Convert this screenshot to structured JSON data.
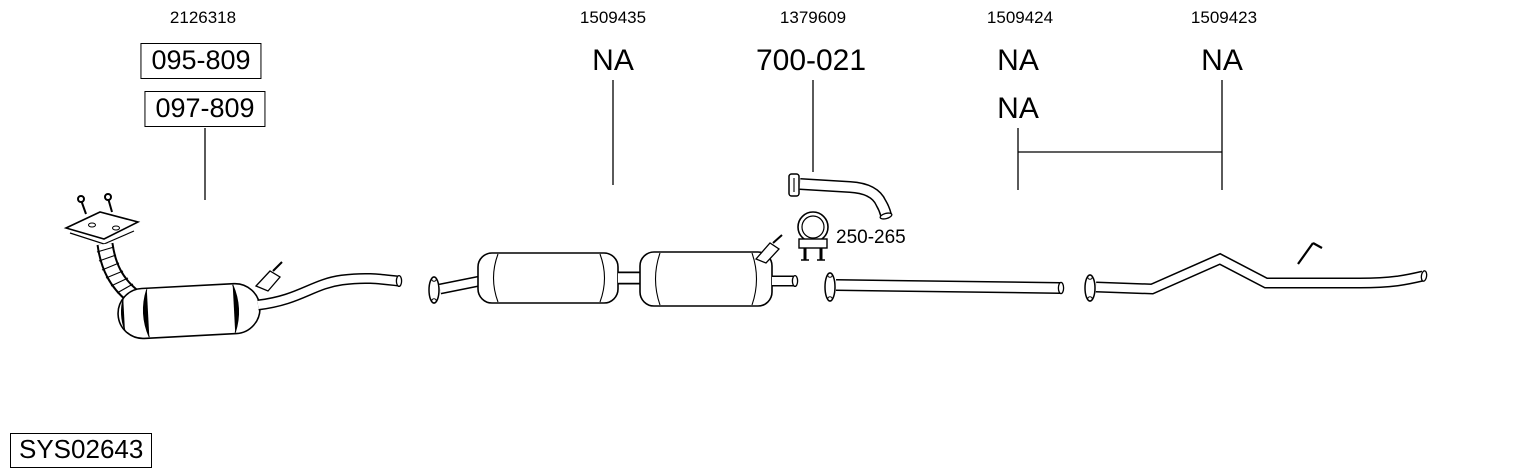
{
  "diagram": {
    "system_code": "SYS02643",
    "callouts": [
      {
        "ref": "2126318",
        "codes": [
          "095-809",
          "097-809"
        ]
      },
      {
        "ref": "1509435",
        "code": "NA"
      },
      {
        "ref": "1379609",
        "code": "700-021"
      },
      {
        "ref": "1509424",
        "code_top": "NA",
        "code_bottom": "NA"
      },
      {
        "ref": "1509423",
        "code": "NA"
      }
    ],
    "clamp_label": "250-265",
    "colors": {
      "line": "#000000",
      "background": "#ffffff"
    }
  }
}
